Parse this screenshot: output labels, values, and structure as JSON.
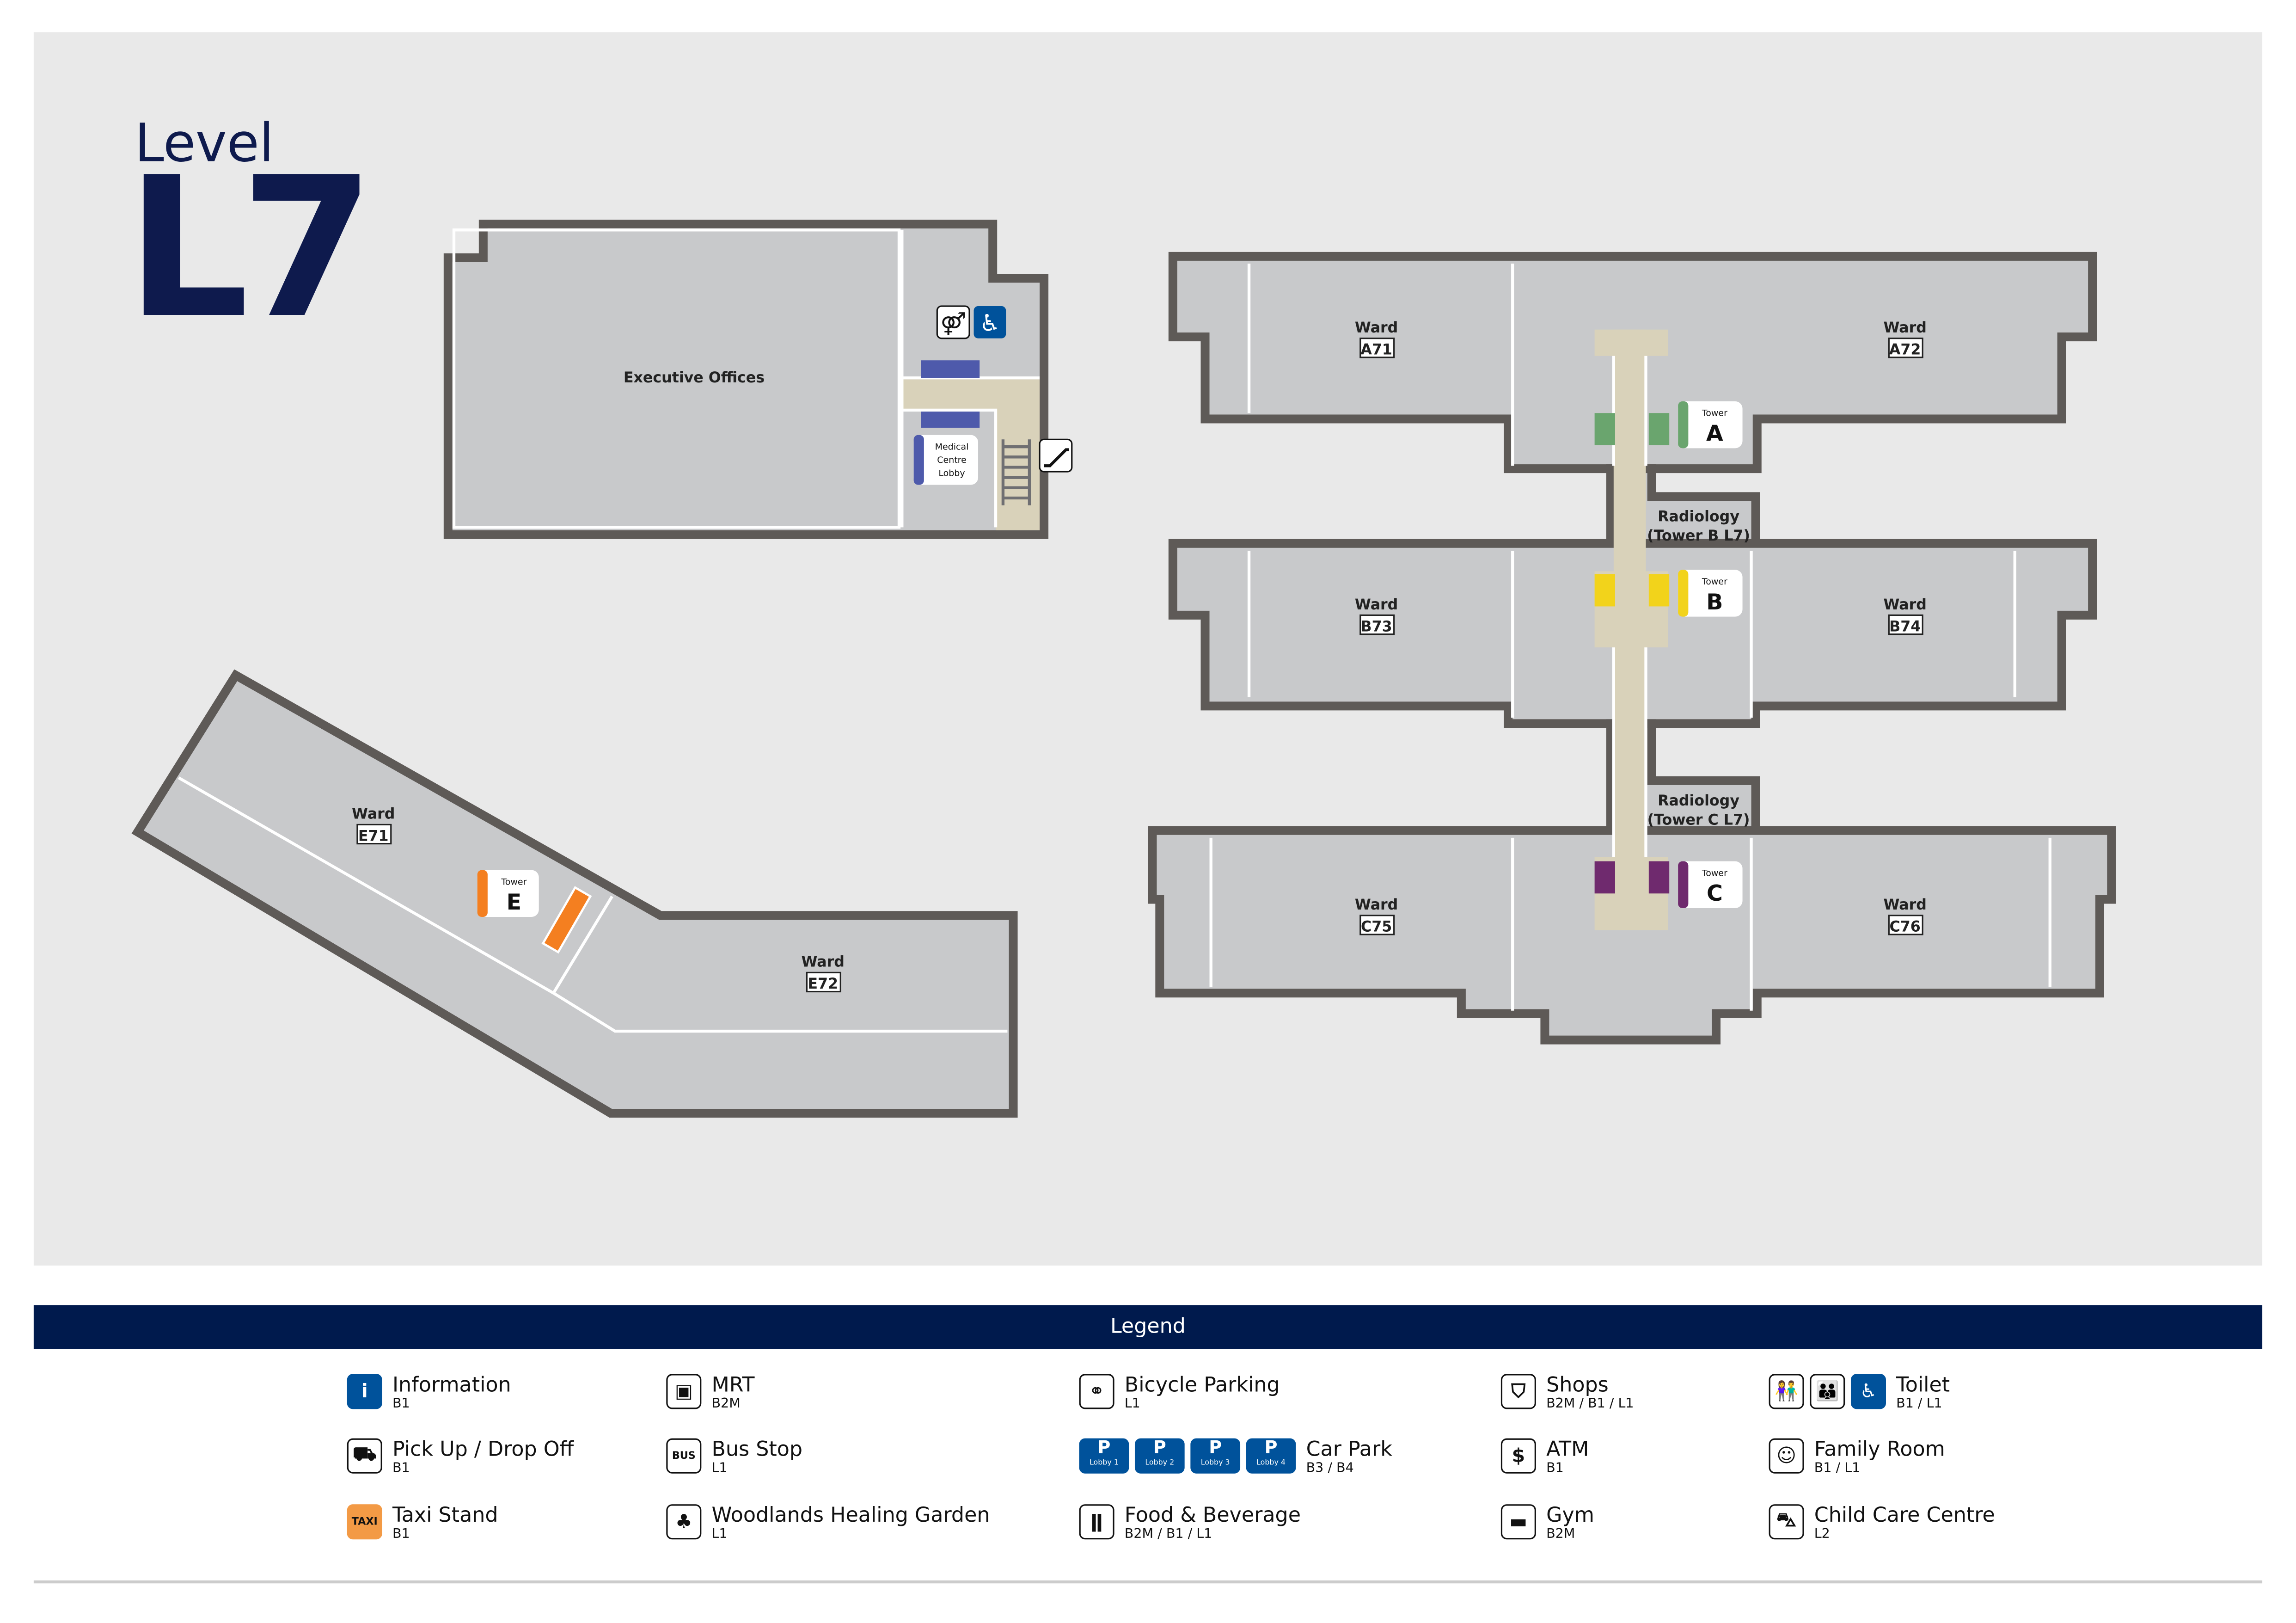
{
  "title": {
    "word": "Level",
    "level": "L7"
  },
  "colors": {
    "navy": "#0e1a4d",
    "legend_bar": "#001a4d",
    "floor": "#c8c9cb",
    "wall": "#5e5a57",
    "corridor": "#d9d2ba",
    "lift_medical": "#4e5aab",
    "tower_a": "#6aa56e",
    "tower_b": "#f2d31b",
    "tower_c": "#6f2a6e",
    "tower_e": "#f47f20"
  },
  "map": {
    "executive_offices": "Executive Offices",
    "medical_lobby": [
      "Medical",
      "Centre",
      "Lobby"
    ],
    "ward_word": "Ward",
    "wards": {
      "a71": "A71",
      "a72": "A72",
      "b73": "B73",
      "b74": "B74",
      "c75": "C75",
      "c76": "C76",
      "e71": "E71",
      "e72": "E72"
    },
    "radiology_b": [
      "Radiology",
      "(Tower B L7)"
    ],
    "radiology_c": [
      "Radiology",
      "(Tower C L7)"
    ],
    "tower_word": "Tower",
    "towers": {
      "a": "A",
      "b": "B",
      "c": "C",
      "e": "E"
    }
  },
  "legend": {
    "title": "Legend",
    "items": [
      {
        "name": "Information",
        "levels": "B1",
        "icons": [
          {
            "id": "information-icon",
            "glyph": "i",
            "style": "blue"
          }
        ]
      },
      {
        "name": "Pick Up / Drop Off",
        "levels": "B1",
        "icons": [
          {
            "id": "pickup-dropoff-icon",
            "glyph": "⛟",
            "style": ""
          }
        ]
      },
      {
        "name": "Taxi Stand",
        "levels": "B1",
        "icons": [
          {
            "id": "taxi-icon",
            "glyph": "TAXI",
            "style": "orange"
          }
        ]
      },
      {
        "name": "MRT",
        "levels": "B2M",
        "icons": [
          {
            "id": "mrt-train-icon",
            "glyph": "▣",
            "style": ""
          }
        ]
      },
      {
        "name": "Bus Stop",
        "levels": "L1",
        "icons": [
          {
            "id": "bus-icon",
            "glyph": "BUS",
            "style": ""
          }
        ]
      },
      {
        "name": "Woodlands Healing Garden",
        "levels": "L1",
        "icons": [
          {
            "id": "tree-icon",
            "glyph": "♣",
            "style": ""
          }
        ]
      },
      {
        "name": "Bicycle Parking",
        "levels": "L1",
        "icons": [
          {
            "id": "bicycle-icon",
            "glyph": "⚭",
            "style": ""
          }
        ]
      },
      {
        "name": "Car Park",
        "levels": "B3 / B4",
        "icons": [
          {
            "id": "carpark-lobby1-icon",
            "glyph": "P",
            "sub": "Lobby 1",
            "style": "park"
          },
          {
            "id": "carpark-lobby2-icon",
            "glyph": "P",
            "sub": "Lobby 2",
            "style": "park"
          },
          {
            "id": "carpark-lobby3-icon",
            "glyph": "P",
            "sub": "Lobby 3",
            "style": "park"
          },
          {
            "id": "carpark-lobby4-icon",
            "glyph": "P",
            "sub": "Lobby 4",
            "style": "park"
          }
        ]
      },
      {
        "name": "Food & Beverage",
        "levels": "B2M / B1 / L1",
        "icons": [
          {
            "id": "fork-knife-icon",
            "glyph": "ǁ",
            "style": ""
          }
        ]
      },
      {
        "name": "Shops",
        "levels": "B2M / B1 / L1",
        "icons": [
          {
            "id": "shopping-bag-icon",
            "glyph": "⛉",
            "style": ""
          }
        ]
      },
      {
        "name": "ATM",
        "levels": "B1",
        "icons": [
          {
            "id": "atm-icon",
            "glyph": "$",
            "style": ""
          }
        ]
      },
      {
        "name": "Gym",
        "levels": "B2M",
        "icons": [
          {
            "id": "dumbbell-icon",
            "glyph": "▬",
            "style": ""
          }
        ]
      },
      {
        "name": "Toilet",
        "levels": "B1 / L1",
        "icons": [
          {
            "id": "toilet-icon",
            "glyph": "👫",
            "style": ""
          },
          {
            "id": "family-toilet-icon",
            "glyph": "👪",
            "style": ""
          },
          {
            "id": "accessible-toilet-icon",
            "glyph": "♿",
            "style": "blue"
          }
        ]
      },
      {
        "name": "Family Room",
        "levels": "B1 / L1",
        "icons": [
          {
            "id": "family-room-icon",
            "glyph": "☺",
            "style": ""
          }
        ]
      },
      {
        "name": "Child Care Centre",
        "levels": "L2",
        "icons": [
          {
            "id": "stroller-icon",
            "glyph": "⛍",
            "style": ""
          }
        ]
      }
    ]
  }
}
